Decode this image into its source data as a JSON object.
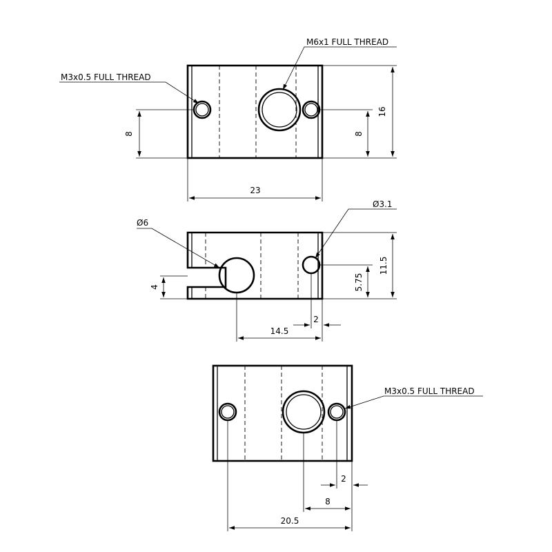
{
  "labels": {
    "m3_top": "M3x0.5 FULL THREAD",
    "m6_top": "M6x1 FULL THREAD",
    "dim_16": "16",
    "dim_8_left": "8",
    "dim_8_right": "8",
    "dim_23": "23",
    "dia_3_1": "Ø3.1",
    "dia_6": "Ø6",
    "dim_11_5": "11.5",
    "dim_5_75": "5.75",
    "dim_4": "4",
    "dim_2_mid": "2",
    "dim_14_5": "14.5",
    "m3_bottom": "M3x0.5 FULL THREAD",
    "dim_2_bottom": "2",
    "dim_8_bottom": "8",
    "dim_20_5": "20.5"
  }
}
